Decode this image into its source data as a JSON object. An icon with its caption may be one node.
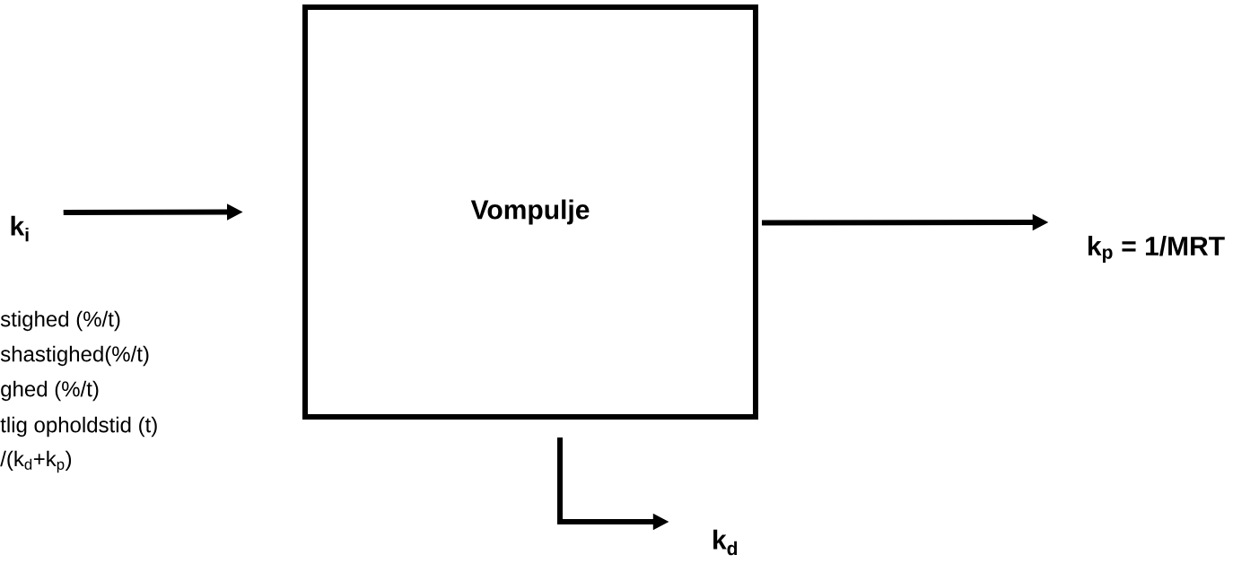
{
  "diagram": {
    "nodes": [
      {
        "text": [
          "k$_{i}$"
        ]
      },
      {
        "text": [
          "Vompulje"
        ]
      },
      {
        "text": [
          "k$_{p}$ = 1/MRT"
        ]
      },
      {
        "text": [
          "k$_{d}$"
        ]
      }
    ],
    "edges": [
      {
        "from": 0,
        "to": 1,
        "arrow": "to"
      },
      {
        "from": 1,
        "to": 2,
        "arrow": "to"
      },
      {
        "from": 1,
        "to": 3,
        "arrow": "to"
      }
    ],
    "labels": [
      "stighed (%/t)",
      "shastighed(%/t)",
      "ghed (%/t)",
      "tlig opholdstid (t)",
      "/(k$_{d}$+k$_{p}$)"
    ]
  }
}
